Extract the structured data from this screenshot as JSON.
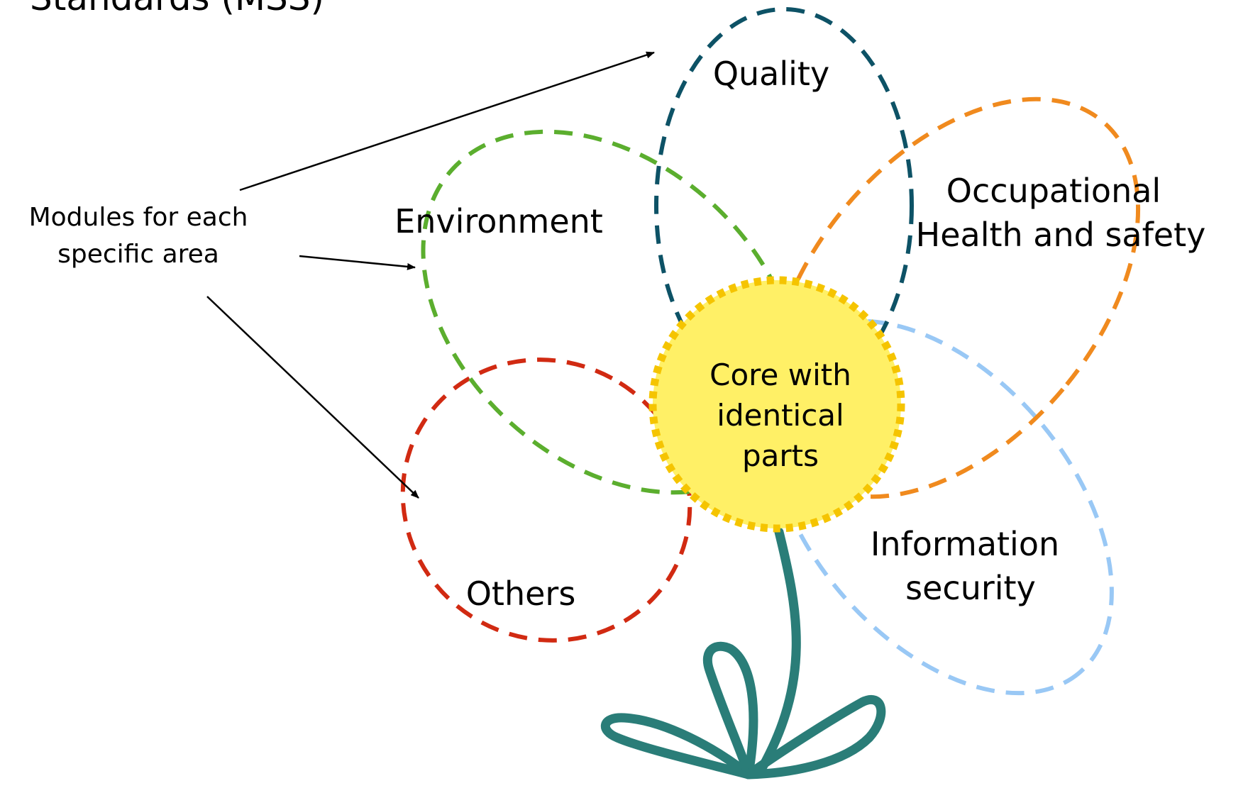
{
  "title": "Standards (MSS)",
  "side_note": {
    "lines": [
      "Modules for each",
      "specific area"
    ]
  },
  "core": {
    "lines": [
      "Core with",
      "identical",
      "parts"
    ],
    "fill": "#FFF066",
    "outline": "#F5C400"
  },
  "petals": {
    "quality": {
      "lines": [
        "Quality"
      ],
      "color": "#0D5266"
    },
    "occupational": {
      "lines": [
        "Occupational",
        "Health and safety"
      ],
      "color": "#F08A1E"
    },
    "environment": {
      "lines": [
        "Environment"
      ],
      "color": "#5BAE2E"
    },
    "information": {
      "lines": [
        "Information",
        "security"
      ],
      "color": "#99C8F5"
    },
    "others": {
      "lines": [
        "Others"
      ],
      "color": "#D12A12"
    }
  },
  "stem_color": "#2A7D78"
}
